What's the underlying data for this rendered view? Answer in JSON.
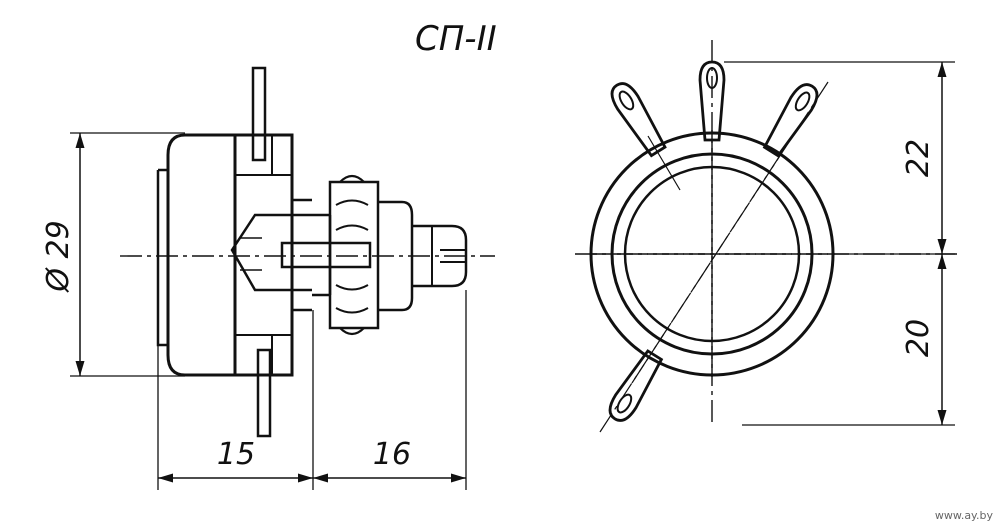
{
  "title": "СП-II",
  "dimensions": {
    "diameter": "Ø 29",
    "body_length": "15",
    "shaft_length": "16",
    "upper_height": "22",
    "lower_height": "20"
  },
  "watermark": "www.ay.by"
}
